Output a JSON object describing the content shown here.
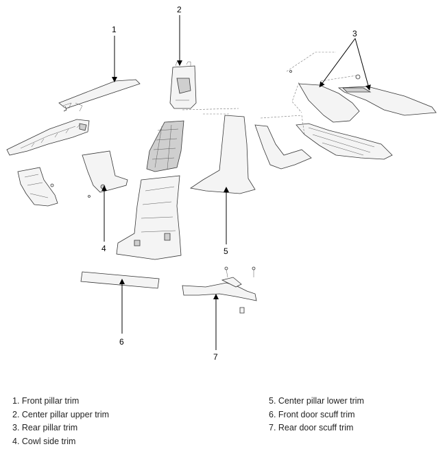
{
  "callouts": [
    "1",
    "2",
    "3",
    "4",
    "5",
    "6",
    "7"
  ],
  "legend": {
    "left": [
      "1. Front pillar trim",
      "2. Center pillar upper trim",
      "3. Rear pillar trim",
      "4. Cowl side trim"
    ],
    "right": [
      "5. Center pillar lower trim",
      "6. Front door scuff trim",
      "7. Rear door scuff trim"
    ]
  }
}
